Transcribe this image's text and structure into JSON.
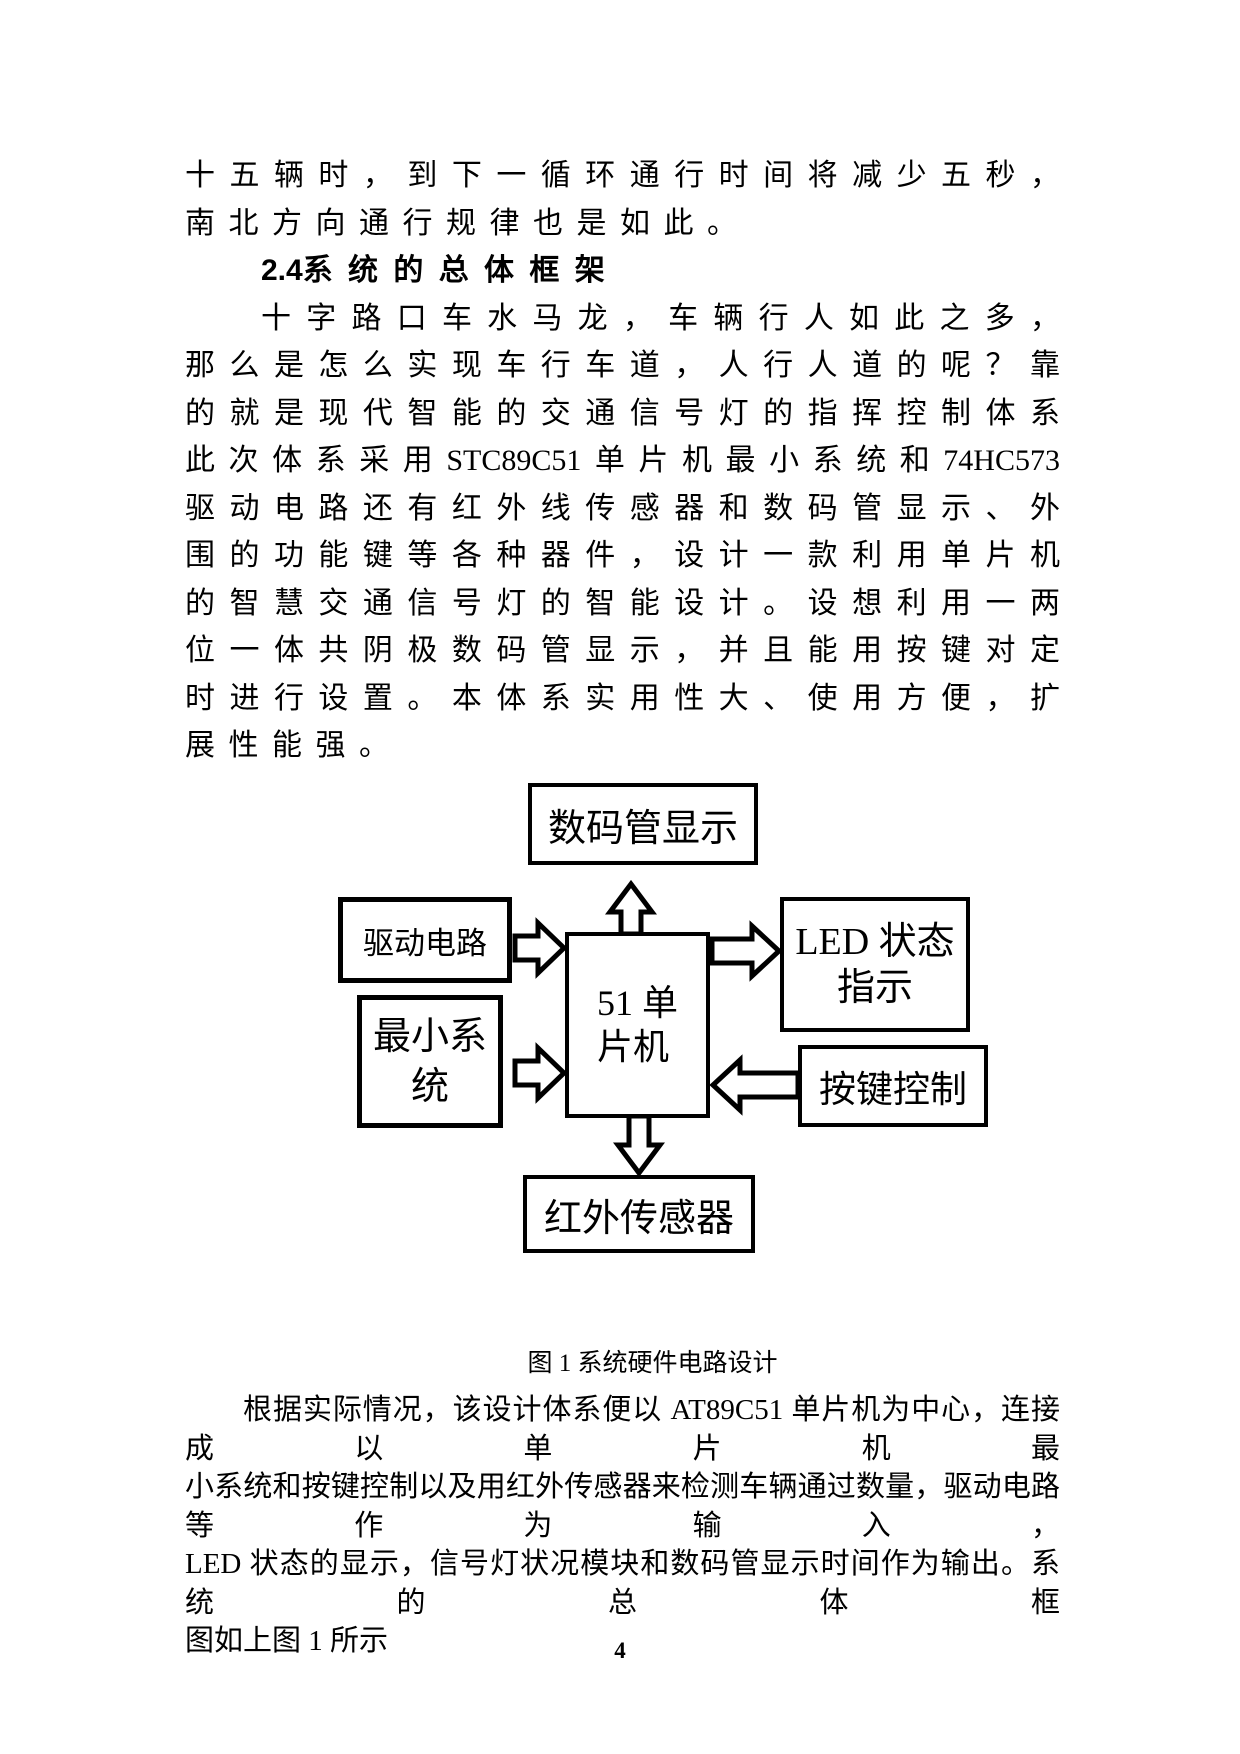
{
  "page": {
    "number": "4"
  },
  "body": {
    "lines": [
      {
        "text": "十 五 辆 时 ， 到 下 一 循 环 通 行 时 间 将 减 少 五 秒 ，"
      },
      {
        "text": "南 北 方 向 通 行 规 律 也 是 如 此 。"
      },
      {
        "text": "2.4系 统 的 总 体 框 架"
      },
      {
        "text": "十 字 路 口 车 水 马 龙 ， 车 辆 行 人 如 此 之 多 ，"
      },
      {
        "text": "那 么 是 怎 么 实 现 车 行 车 道 ， 人 行 人 道 的 呢 ？ 靠"
      },
      {
        "text": "的 就 是 现 代 智 能 的 交 通 信 号 灯 的 指 挥 控 制 体 系"
      },
      {
        "text": "此 次 体 系 采 用 STC89C51 单 片 机 最 小 系 统 和 74HC573"
      },
      {
        "text": "驱 动 电 路 还 有 红 外 线 传 感 器 和 数 码 管 显 示 、 外"
      },
      {
        "text": "围 的 功 能 键 等 各 种 器 件 ， 设 计 一 款 利 用 单 片 机"
      },
      {
        "text": "的 智 慧 交 通 信 号 灯 的 智 能 设 计 。 设 想 利 用 一 两"
      },
      {
        "text": "位 一 体 共 阴 极 数 码 管 显 示 ， 并 且 能 用 按 键 对 定"
      },
      {
        "text": "时 进 行 设 置 。 本 体 系 实 用 性 大 、 使 用 方 便 ， 扩"
      },
      {
        "text": "展 性 能 强 。"
      }
    ]
  },
  "diagram": {
    "boxes": {
      "digital_display": "数码管显示",
      "drive_circuit": "驱动电路",
      "min_system_line1": "最小系",
      "min_system_line2": "统",
      "mcu_line1": "51 单",
      "mcu_line2": "片机",
      "led_status_line1": "LED 状态",
      "led_status_line2": "指示",
      "key_control": "按键控制",
      "ir_sensor": "红外传感器"
    },
    "arrows": [
      {
        "from": "51单片机",
        "to": "数码管显示",
        "direction": "up"
      },
      {
        "from": "驱动电路",
        "to": "51单片机",
        "direction": "right"
      },
      {
        "from": "最小系统",
        "to": "51单片机",
        "direction": "right"
      },
      {
        "from": "51单片机",
        "to": "LED状态指示",
        "direction": "right"
      },
      {
        "from": "按键控制",
        "to": "51单片机",
        "direction": "left"
      },
      {
        "from": "51单片机",
        "to": "红外传感器",
        "direction": "down"
      }
    ],
    "colors": {
      "line": "#000000",
      "fill": "#ffffff"
    }
  },
  "figure": {
    "caption": "图 1 系统硬件电路设计"
  },
  "paragraph2": {
    "lines": [
      {
        "text": "根据实际情况，该设计体系便以 AT89C51 单片机为中心，连接成以单片机最"
      },
      {
        "text": "小系统和按键控制以及用红外传感器来检测车辆通过数量，驱动电路等作为输入，"
      },
      {
        "text": "LED 状态的显示，信号灯状况模块和数码管显示时间作为输出。系统的总体框"
      },
      {
        "text": "图如上图 1 所示"
      }
    ]
  }
}
